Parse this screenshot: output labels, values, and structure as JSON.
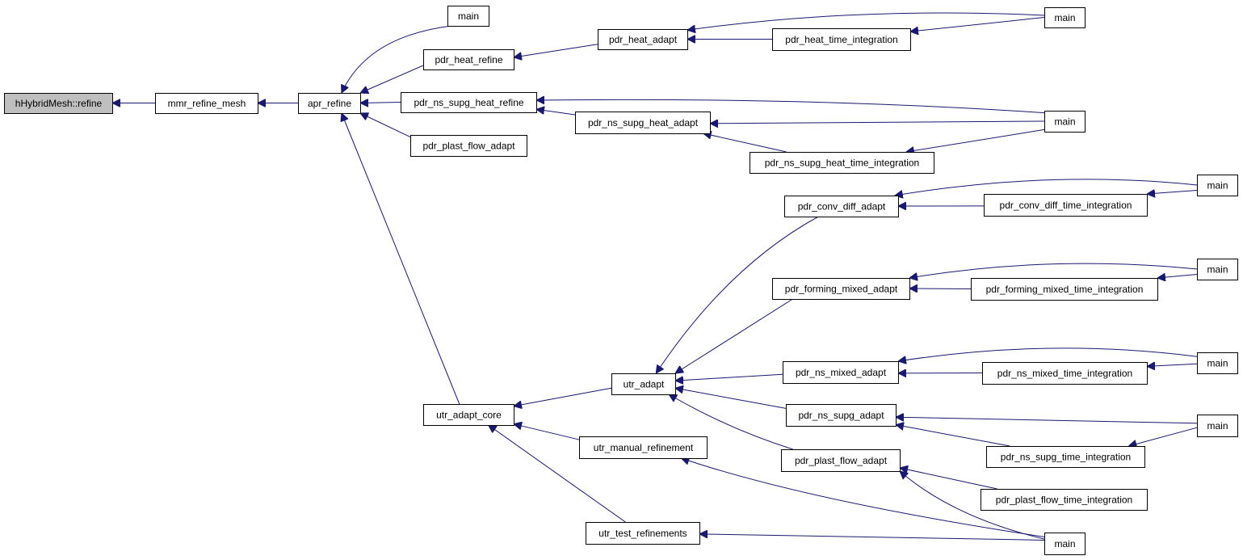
{
  "graph": {
    "type": "call-graph",
    "edge_color": "#191970",
    "root_fill": "#bfbfbf",
    "node_fill": "#ffffff",
    "nodes": [
      {
        "id": "n_refine",
        "label": "hHybridMesh::refine",
        "root": true
      },
      {
        "id": "n_mmr",
        "label": "mmr_refine_mesh"
      },
      {
        "id": "n_apr",
        "label": "apr_refine"
      },
      {
        "id": "n_main1",
        "label": "main"
      },
      {
        "id": "n_pdr_heat_refine",
        "label": "pdr_heat_refine"
      },
      {
        "id": "n_pdr_ns_supg_heat_refine",
        "label": "pdr_ns_supg_heat_refine"
      },
      {
        "id": "n_pdr_plast_flow_adapt_top",
        "label": "pdr_plast_flow_adapt"
      },
      {
        "id": "n_pdr_heat_adapt",
        "label": "pdr_heat_adapt"
      },
      {
        "id": "n_pdr_heat_time_integration",
        "label": "pdr_heat_time_integration"
      },
      {
        "id": "n_main2",
        "label": "main"
      },
      {
        "id": "n_pdr_ns_supg_heat_adapt",
        "label": "pdr_ns_supg_heat_adapt"
      },
      {
        "id": "n_pdr_ns_supg_heat_time_integration",
        "label": "pdr_ns_supg_heat_time_integration"
      },
      {
        "id": "n_main3",
        "label": "main"
      },
      {
        "id": "n_utr_adapt_core",
        "label": "utr_adapt_core"
      },
      {
        "id": "n_utr_adapt",
        "label": "utr_adapt"
      },
      {
        "id": "n_utr_manual_refinement",
        "label": "utr_manual_refinement"
      },
      {
        "id": "n_utr_test_refinements",
        "label": "utr_test_refinements"
      },
      {
        "id": "n_pdr_conv_diff_adapt",
        "label": "pdr_conv_diff_adapt"
      },
      {
        "id": "n_pdr_conv_diff_time_integration",
        "label": "pdr_conv_diff_time_integration"
      },
      {
        "id": "n_main4",
        "label": "main"
      },
      {
        "id": "n_pdr_forming_mixed_adapt",
        "label": "pdr_forming_mixed_adapt"
      },
      {
        "id": "n_pdr_forming_mixed_time_integration",
        "label": "pdr_forming_mixed_time_integration"
      },
      {
        "id": "n_main5",
        "label": "main"
      },
      {
        "id": "n_pdr_ns_mixed_adapt",
        "label": "pdr_ns_mixed_adapt"
      },
      {
        "id": "n_pdr_ns_mixed_time_integration",
        "label": "pdr_ns_mixed_time_integration"
      },
      {
        "id": "n_main6",
        "label": "main"
      },
      {
        "id": "n_pdr_ns_supg_adapt",
        "label": "pdr_ns_supg_adapt"
      },
      {
        "id": "n_pdr_ns_supg_time_integration",
        "label": "pdr_ns_supg_time_integration"
      },
      {
        "id": "n_main7",
        "label": "main"
      },
      {
        "id": "n_pdr_plast_flow_adapt",
        "label": "pdr_plast_flow_adapt"
      },
      {
        "id": "n_pdr_plast_flow_time_integration",
        "label": "pdr_plast_flow_time_integration"
      },
      {
        "id": "n_main8",
        "label": "main"
      }
    ],
    "edges": [
      {
        "from": "n_mmr",
        "to": "n_refine"
      },
      {
        "from": "n_apr",
        "to": "n_mmr"
      },
      {
        "from": "n_main1",
        "to": "n_apr"
      },
      {
        "from": "n_pdr_heat_refine",
        "to": "n_apr"
      },
      {
        "from": "n_pdr_ns_supg_heat_refine",
        "to": "n_apr"
      },
      {
        "from": "n_pdr_plast_flow_adapt_top",
        "to": "n_apr"
      },
      {
        "from": "n_utr_adapt_core",
        "to": "n_apr"
      },
      {
        "from": "n_pdr_heat_adapt",
        "to": "n_pdr_heat_refine"
      },
      {
        "from": "n_main2",
        "to": "n_pdr_heat_adapt"
      },
      {
        "from": "n_pdr_heat_time_integration",
        "to": "n_pdr_heat_adapt"
      },
      {
        "from": "n_main2",
        "to": "n_pdr_heat_time_integration"
      },
      {
        "from": "n_main3",
        "to": "n_pdr_ns_supg_heat_refine"
      },
      {
        "from": "n_pdr_ns_supg_heat_adapt",
        "to": "n_pdr_ns_supg_heat_refine"
      },
      {
        "from": "n_main3",
        "to": "n_pdr_ns_supg_heat_adapt"
      },
      {
        "from": "n_pdr_ns_supg_heat_time_integration",
        "to": "n_pdr_ns_supg_heat_adapt"
      },
      {
        "from": "n_main3",
        "to": "n_pdr_ns_supg_heat_time_integration"
      },
      {
        "from": "n_utr_adapt",
        "to": "n_utr_adapt_core"
      },
      {
        "from": "n_utr_manual_refinement",
        "to": "n_utr_adapt_core"
      },
      {
        "from": "n_utr_test_refinements",
        "to": "n_utr_adapt_core"
      },
      {
        "from": "n_pdr_conv_diff_adapt",
        "to": "n_utr_adapt"
      },
      {
        "from": "n_pdr_forming_mixed_adapt",
        "to": "n_utr_adapt"
      },
      {
        "from": "n_pdr_ns_mixed_adapt",
        "to": "n_utr_adapt"
      },
      {
        "from": "n_pdr_ns_supg_adapt",
        "to": "n_utr_adapt"
      },
      {
        "from": "n_pdr_plast_flow_adapt",
        "to": "n_utr_adapt"
      },
      {
        "from": "n_main4",
        "to": "n_pdr_conv_diff_adapt"
      },
      {
        "from": "n_pdr_conv_diff_time_integration",
        "to": "n_pdr_conv_diff_adapt"
      },
      {
        "from": "n_main4",
        "to": "n_pdr_conv_diff_time_integration"
      },
      {
        "from": "n_main5",
        "to": "n_pdr_forming_mixed_adapt"
      },
      {
        "from": "n_pdr_forming_mixed_time_integration",
        "to": "n_pdr_forming_mixed_adapt"
      },
      {
        "from": "n_main5",
        "to": "n_pdr_forming_mixed_time_integration"
      },
      {
        "from": "n_main6",
        "to": "n_pdr_ns_mixed_adapt"
      },
      {
        "from": "n_pdr_ns_mixed_time_integration",
        "to": "n_pdr_ns_mixed_adapt"
      },
      {
        "from": "n_main6",
        "to": "n_pdr_ns_mixed_time_integration"
      },
      {
        "from": "n_main7",
        "to": "n_pdr_ns_supg_adapt"
      },
      {
        "from": "n_pdr_ns_supg_time_integration",
        "to": "n_pdr_ns_supg_adapt"
      },
      {
        "from": "n_main7",
        "to": "n_pdr_ns_supg_time_integration"
      },
      {
        "from": "n_main8",
        "to": "n_pdr_plast_flow_adapt"
      },
      {
        "from": "n_pdr_plast_flow_time_integration",
        "to": "n_pdr_plast_flow_adapt"
      },
      {
        "from": "n_main8",
        "to": "n_utr_manual_refinement"
      },
      {
        "from": "n_main8",
        "to": "n_utr_test_refinements"
      }
    ]
  }
}
